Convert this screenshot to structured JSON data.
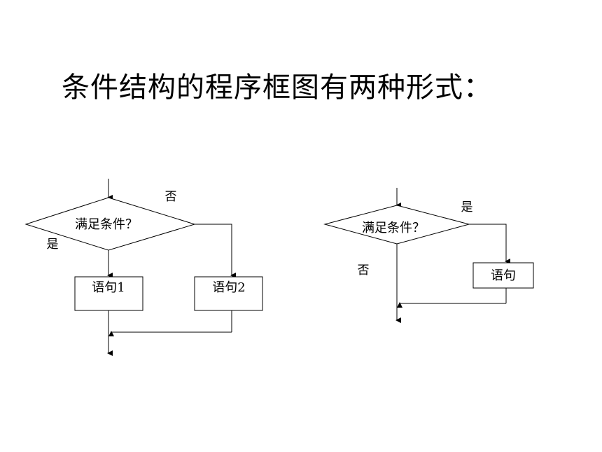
{
  "title": "条件结构的程序框图有两种形式：",
  "left_flowchart": {
    "condition": "满足条件？",
    "yes_label": "是",
    "no_label": "否",
    "statement1": "语句1",
    "statement2": "语句2"
  },
  "right_flowchart": {
    "condition": "满足条件？",
    "yes_label": "是",
    "no_label": "否",
    "statement": "语句"
  }
}
